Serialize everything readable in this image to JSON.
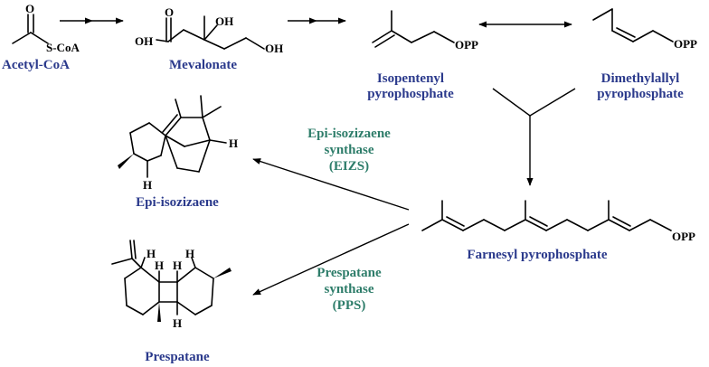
{
  "colors": {
    "compound": "#2b3a8c",
    "enzyme": "#2e7d6a",
    "structure": "#000000"
  },
  "compounds": {
    "acetyl_coa": "Acetyl-CoA",
    "mevalonate": "Mevalonate",
    "ipp_line1": "Isopentenyl",
    "ipp_line2": "pyrophosphate",
    "dmapp_line1": "Dimethylallyl",
    "dmapp_line2": "pyrophosphate",
    "fpp": "Farnesyl pyrophosphate",
    "epi_isozizaene": "Epi-isozizaene",
    "prespatane": "Prespatane"
  },
  "enzymes": {
    "eizs_line1": "Epi-isozizaene",
    "eizs_line2": "synthase",
    "eizs_line3": "(EIZS)",
    "pps_line1": "Prespatane",
    "pps_line2": "synthase",
    "pps_line3": "(PPS)"
  },
  "atoms": {
    "o": "O",
    "oh": "OH",
    "scoa": "S-CoA",
    "opp": "OPP",
    "h": "H"
  }
}
